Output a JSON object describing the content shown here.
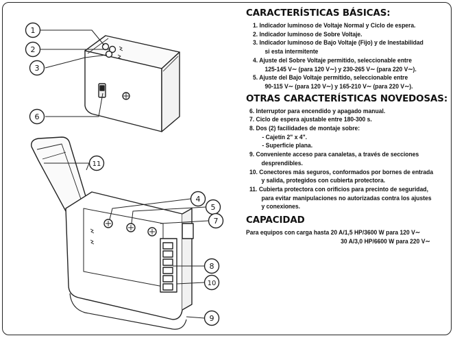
{
  "callouts": [
    "1",
    "2",
    "3",
    "4",
    "5",
    "6",
    "7",
    "8",
    "9",
    "10",
    "11"
  ],
  "basic": {
    "title": "CARACTERÍSTICAS BÁSICAS:",
    "items": [
      {
        "num": "1.",
        "lines": [
          "Indicador luminoso de Voltaje Normal y Ciclo de espera."
        ]
      },
      {
        "num": "2.",
        "lines": [
          "Indicador luminoso de Sobre Voltaje."
        ]
      },
      {
        "num": "3.",
        "lines": [
          "Indicador luminoso de Bajo Voltaje (Fijo) y de Inestabilidad",
          "si esta intermitente"
        ]
      },
      {
        "num": "4.",
        "lines": [
          "Ajuste del Sobre Voltaje permitido, seleccionable entre",
          "125-145 V∼ (para 120 V∼) y 230-265  V∼ (para 220 V∼)."
        ]
      },
      {
        "num": "5.",
        "lines": [
          "Ajuste del Bajo Voltaje permitido, seleccionable entre",
          "90-115 V∼ (para 120 V∼) y 165-210 V∼  (para 220 V∼)."
        ]
      }
    ]
  },
  "other": {
    "title": "OTRAS CARACTERÍSTICAS NOVEDOSAS:",
    "items": [
      {
        "num": "6.",
        "lines": [
          "Interruptor para encendido y apagado manual."
        ]
      },
      {
        "num": "7.",
        "lines": [
          "Ciclo de espera ajustable  entre 180-300 s."
        ]
      },
      {
        "num": "8.",
        "lines": [
          "Dos (2) facilidades de montaje sobre:"
        ],
        "subs": [
          "- Cajetín 2\" x 4\".",
          "- Superficie plana."
        ]
      },
      {
        "num": "9.",
        "lines": [
          "Conveniente acceso para canaletas, a través de secciones",
          "desprendibles."
        ]
      },
      {
        "num": "10.",
        "lines": [
          "Conectores más seguros, conformados por bornes de entrada",
          "y salida, protegidos con cubierta protectora."
        ]
      },
      {
        "num": "11.",
        "lines": [
          "Cubierta protectora con orificios para precinto de seguridad,",
          "para evitar manipulaciones no autorizadas contra los ajustes",
          "y conexiones."
        ]
      }
    ]
  },
  "capacity": {
    "title": "CAPACIDAD",
    "line1": "Para equipos con carga hasta 20 A/1,5 HP/3600 W para 120 V∼",
    "line2": "30 A/3,0 HP/6600 W para 220 V∼"
  }
}
